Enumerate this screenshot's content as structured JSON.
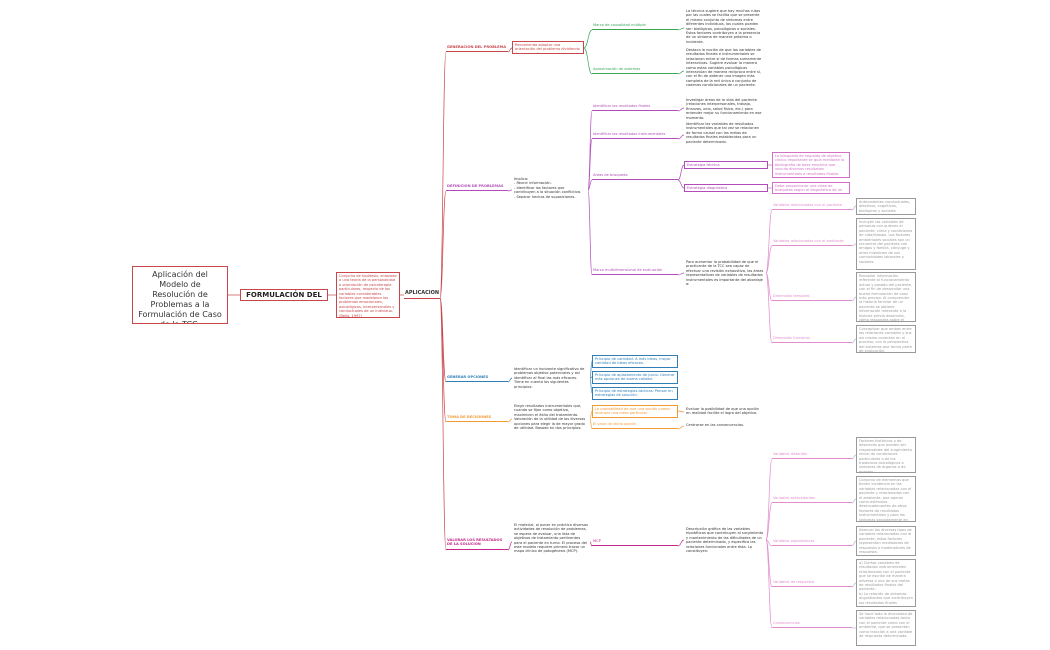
{
  "colors": {
    "root": "#c8464c",
    "green": "#3aa655",
    "purple": "#b24cba",
    "pink": "#d36fc6",
    "blue": "#2f7fb6",
    "orange": "#f09a36",
    "magenta": "#c6278c",
    "light_pink": "#e38ccd"
  },
  "root": {
    "title": "Aplicación del Modelo de Resolución de Problemas a la Formulación de Caso de la TCC."
  },
  "formulacion": {
    "label": "FORMULACIÓN DEL CASO",
    "desc": "Conjunto de hipótesis, enlazada a una teoría de la personalidad o orientación de psicoterapia particulares, respecto de las variables considerables factores que modelaron los problemas emocionales, psicológicos, interpersonales y conductuales de un individuo. (Bello, 1997)"
  },
  "aplicacion": {
    "label": "APLICACIÓN"
  },
  "generacion": {
    "label": "GENERACIÓN DEL PROBLEMA",
    "desc": "Recomienda adoptar una orientación del problema dividiendo dos perspectivas:",
    "items": [
      {
        "label": "Marco de causalidad múltiple",
        "desc": "La técnica sugiere que hay muchas rutas por las cuales se facilita que se presente el mismo conjunto de síntomas entre diferentes individuos, las cuales pueden ser: biológicas, psicológicas o sociales. Estos factores contribuyen a la presencia de un síntoma de manera próxima o incidente."
      },
      {
        "label": "Aproximación de sistemas",
        "desc": "Destaca la noción de que las variables de resultados finales e instrumentales se relacionan entre sí de formas sumamente interactivas. Sugiere evaluar la manera como estas variables psicológicas interactúan de manera recíproca entre sí, con el fin de obtener una imagen más completa de la red única o conjunto de cadenas condicionales de un paciente."
      }
    ]
  },
  "definicion": {
    "label": "DEFINICIÓN DE PROBLEMAS",
    "desc": "Implica:\n- Reunir información.\n- Identificar los factores que contribuyen a la situación conflictiva.\n- Separar hechos de suposiciones.",
    "resultados_finales": {
      "label": "Identificar los resultados finales",
      "desc": "Investigar áreas de la vida del paciente (relaciones interpersonales, trabajo, finanzas, ocio, salud física, etc.) para entender mejor su funcionamiento en ese momento."
    },
    "resultados_instrumentales": {
      "label": "Identificar los resultados instrumentales",
      "desc": "Identificar las variables de resultados instrumentales que tal vez se relacionen de forma causal con las metas de resultados finales establecidas para un paciente determinado."
    },
    "busqueda": {
      "label": "Áreas de búsqueda",
      "tecnica": "Estrategia técnica",
      "tecnica_desc": "La búsqueda de respaldo de objetivo clínico importante se guía mediante la bibliografía de base empírica que vincula diversos resultados instrumentales a resultados finales.",
      "diagnostica": "Estrategia diagnóstica",
      "diagnostica_desc": "Debe proporcionar una clase de búsqueda según el diagnóstico de un paciente."
    },
    "marco": {
      "label": "Marco multidimensional de evaluación",
      "desc": "Para aumentar la probabilidad de que el practicante de la TCC sea capaz de efectuar una revisión exhaustiva, las áreas representativas de variables de resultados instrumentales es importante del abordaje a:",
      "sub": [
        {
          "label": "Variables relacionadas con el paciente",
          "desc": "Antecedentes conductuales, afectivos, cognitivos, biológicos y sociales (interaccionales)."
        },
        {
          "label": "Variables relacionadas con el ambiente",
          "desc": "Incluyen las variables de personas con quienes el paciente, clima y condiciones de vida/trabajo. Los factores ambientales sociales son un recuentro del paciente con amigos y familia, cónyuge y otros miembros de sus comunidades laborales y sociales."
        },
        {
          "label": "Dimensión temporal",
          "desc": "Recopilar información referente al funcionamiento actual y pasado del paciente, con el fin de desarrollar una buena formulación de caso más precisa. Al comprender la historia familiar de un paciente se obtiene información relevante a la historia previa desarrollo, cómo respondes sobre el terrenos."
        },
        {
          "label": "Dimensión funcional",
          "desc": "Conceptuar que ambas entre las relaciones variables y sus así mismo conectan en el proceso, con la perspectiva del sistemas que forma parte de evaluación."
        }
      ]
    }
  },
  "generar": {
    "label": "GENERAR OPCIONES",
    "desc": "Identificar un horizonte significativo de problemas objetivo potenciales y así identificar al final las más eficaces. Tiene en cuenta los siguientes principios:",
    "items": [
      "Principio de cantidad: A más ideas, mayor cantidad de ideas eficaces.",
      "Principio de aplazamiento de juicio: Generar más opciones de buena calidad.",
      "Principio de estrategias-tácticas: Pensar en estrategias de solución."
    ]
  },
  "toma": {
    "label": "TOMA DE DECISIONES",
    "desc": "Elegir resultados instrumentales que, cuando se fijan como objetivo, maximicen el éxito del tratamiento. Valoración de la utilidad de las diversas opciones para elegir la de mayor grado de utilidad. Basado en dos principios:",
    "items": [
      {
        "label": "La probabilidad de que una opción pueda alcanzar una meta particular.",
        "desc": "Evaluar la posibilidad de que una opción en realidad facilite el logro del objetivo."
      },
      {
        "label": "El valor de dicha opción",
        "desc": "Centrarse en las consecuencias."
      }
    ]
  },
  "valorar": {
    "label": "VALORAR LOS RESULTADOS DE LA SOLUCIÓN",
    "desc": "El material, al poner en práctica diversas actividades de resolución de problemas, se espera de evaluar, una lista de objetivos de tratamiento pertinentes para el paciente en turno. El proceso del este modelo requiere primero trazar un mapa clínico de patogénesis (MCP).",
    "mcp": {
      "label": "MCP",
      "desc": "Descripción gráfica de las variables hipotéticas que contribuyen al surgimiento y mantenimiento de las dificultades de un paciente determinado, y específica las relaciones funcionales entre ésta. Lo constituyen:",
      "sub": [
        {
          "label": "Variables distantes",
          "desc": "Factores históricos o de desarrollo que pueden ser responsables del surgimiento inicial de condiciones particulares o de los trastornos psicológicos o síntomas de órganos o de eventos."
        },
        {
          "label": "Variables antecedentes",
          "desc": "Conjunto de elementos que tienen incidencia en las variables relacionadas con el paciente y relacionadas con el ambiente, que operan como estímulos desencadenantes de otros factores de resultados instrumentales y para los síntomas seguidamente en el."
        },
        {
          "label": "Variables organísmicas",
          "desc": "Abarcan las diversas tipos de variables relacionadas con el paciente, estos factores representan mediadores de respuesta o moderadores de respuesta."
        },
        {
          "label": "Variables de respuesta",
          "desc": "a) Ciertas variables de resultados instrumentales relacionadas con el paciente que se escribe de manera adversa o una de sus metas de resultados finales del paciente.\nb) La relación de síntomas angustiantes que contribuyen los resultados finales internos."
        },
        {
          "label": "Consecuencias",
          "desc": "Se hace toda la diversidad de variables relacionadas tanto con el paciente como con el ambiente, que se presentan como reacción a una variable de respuesta determinada."
        }
      ]
    }
  }
}
